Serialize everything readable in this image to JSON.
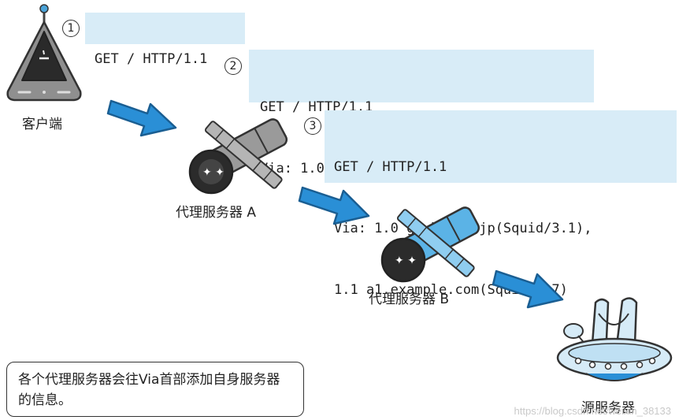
{
  "requests": [
    {
      "number": "1",
      "lines": [
        "GET / HTTP/1.1"
      ]
    },
    {
      "number": "2",
      "lines": [
        "GET / HTTP/1.1",
        "Via: 1.0 gw.hackr.jp(Squid/3.1)"
      ]
    },
    {
      "number": "3",
      "lines": [
        "GET / HTTP/1.1",
        "Via: 1.0 gw.hackr.jp(Squid/3.1),",
        "1.1 a1.example.com(Squid/2.7)"
      ]
    }
  ],
  "nodes": {
    "client": "客户端",
    "proxy_a": "代理服务器 A",
    "proxy_b": "代理服务器 B",
    "origin": "源服务器"
  },
  "note": "各个代理服务器会往Via首部添加自身服务器的信息。",
  "watermark": "https://blog.csdn.net/weixin_38133",
  "colors": {
    "request_bg": "#d8ecf7",
    "arrow": "#2a8fd6",
    "proxy_b_accent": "#5bb3e6"
  },
  "icons": [
    "robot-client-icon",
    "satellite-proxy-icon",
    "satellite-proxy-icon",
    "ufo-origin-server-icon",
    "arrow-icon"
  ]
}
